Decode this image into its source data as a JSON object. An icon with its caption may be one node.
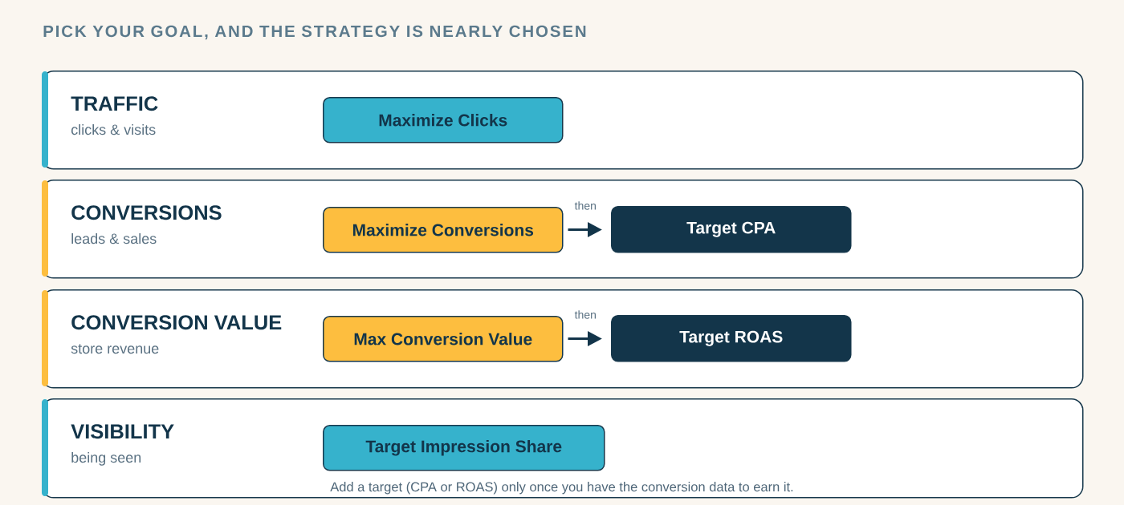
{
  "diagram": {
    "title": "PICK YOUR GOAL, AND THE STRATEGY IS NEARLY CHOSEN",
    "nodes": [
      {
        "text": [
          "TRAFFIC",
          "clicks & visits"
        ]
      },
      {
        "text": [
          "Maximize Clicks"
        ],
        "in": 0
      },
      {
        "text": [
          "CONVERSIONS",
          "leads & sales"
        ]
      },
      {
        "text": [
          "Maximize Conversions"
        ],
        "in": 2
      },
      {
        "text": [
          "Target CPA"
        ],
        "in": 2
      },
      {
        "text": [
          "CONVERSION VALUE",
          "store revenue"
        ]
      },
      {
        "text": [
          "Max Conversion Value"
        ],
        "in": 5
      },
      {
        "text": [
          "Target ROAS"
        ],
        "in": 5
      },
      {
        "text": [
          "VISIBILITY",
          "being seen"
        ]
      },
      {
        "text": [
          "Target Impression Share"
        ],
        "in": 8
      }
    ],
    "edges": [
      {
        "from": 3,
        "to": 4,
        "arrow": "to",
        "label": "then"
      },
      {
        "from": 6,
        "to": 7,
        "arrow": "to",
        "label": "then"
      }
    ],
    "labels": [
      "Add a target (CPA or ROAS) only once you have the conversion data to earn it."
    ]
  }
}
